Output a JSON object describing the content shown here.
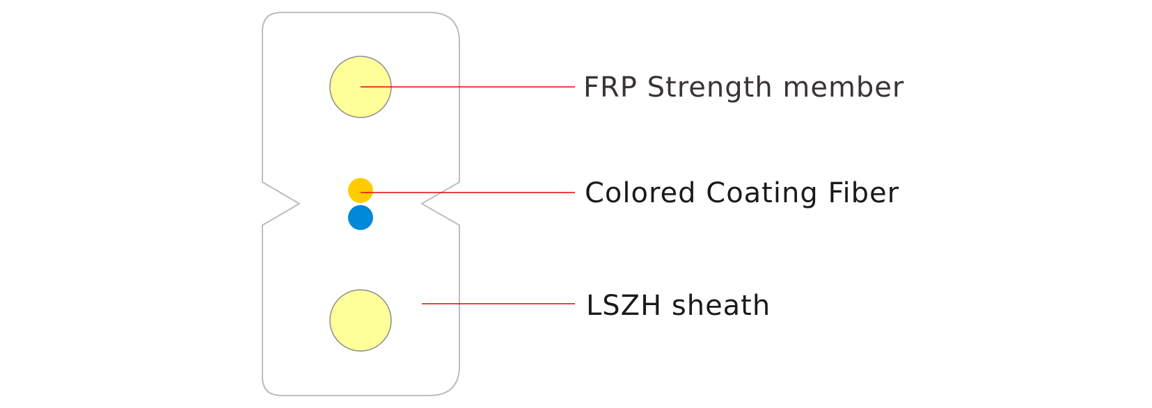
{
  "labels": {
    "frp": "FRP Strength member",
    "fiber": "Colored Coating Fiber",
    "sheath": "LSZH sheath"
  },
  "colors": {
    "outline": "#bdbdbd",
    "strength_member_fill": "#ffff99",
    "strength_member_stroke": "#8c8c8c",
    "fiber_yellow": "#ffcc00",
    "fiber_blue": "#0088d9",
    "leader_line": "#e60000",
    "text": "#1a1a1a"
  }
}
